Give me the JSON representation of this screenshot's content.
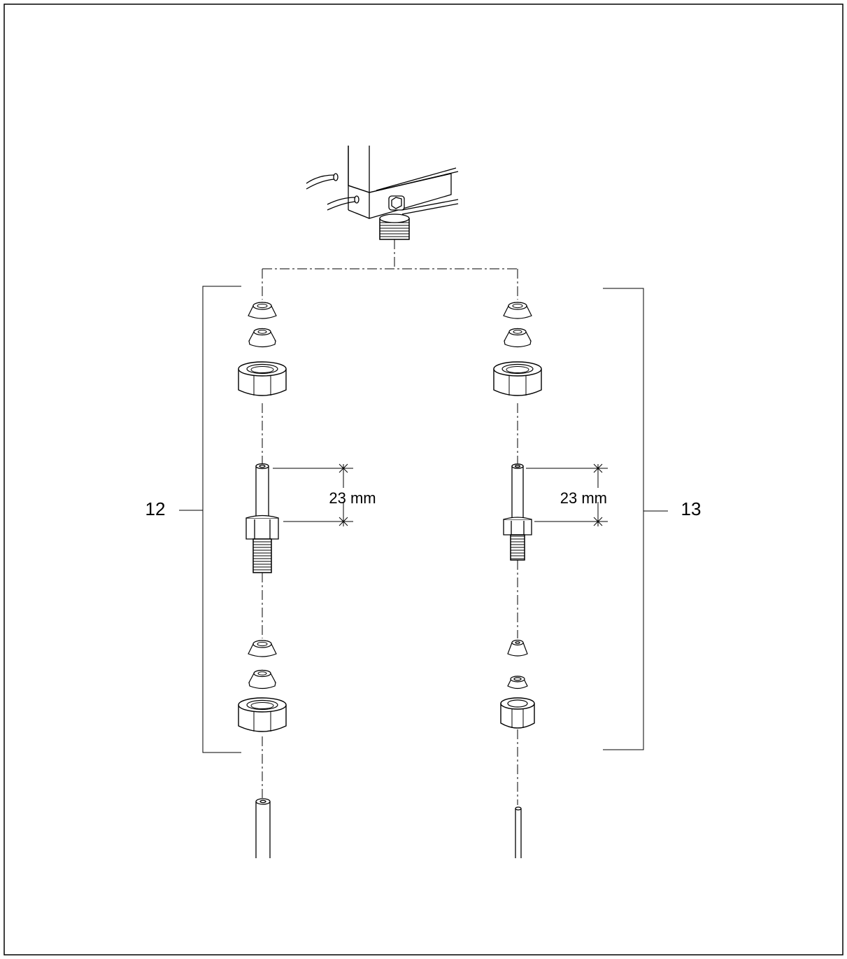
{
  "diagram": {
    "assemblies": [
      {
        "label": "12",
        "dimension": "23 mm"
      },
      {
        "label": "13",
        "dimension": "23 mm"
      }
    ]
  }
}
